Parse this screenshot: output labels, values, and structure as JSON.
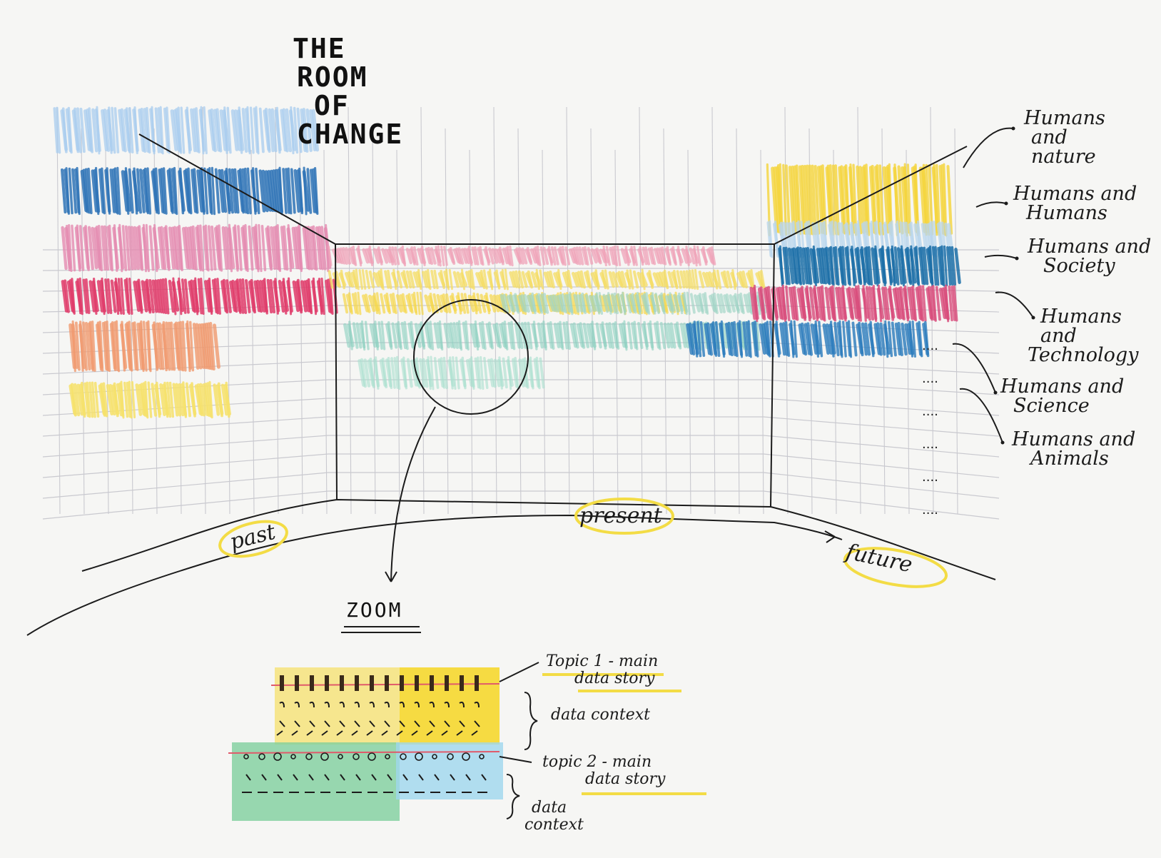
{
  "title_lines": [
    "THE",
    "ROOM",
    "OF",
    "CHANGE"
  ],
  "topics": [
    {
      "label": "Humans and nature",
      "lines": [
        "Humans",
        "and",
        "nature"
      ],
      "color": "#f5d53b"
    },
    {
      "label": "Humans and Humans",
      "lines": [
        "Humans and",
        "Humans"
      ],
      "color": "#9ec4e6"
    },
    {
      "label": "Humans and Society",
      "lines": [
        "Humans and",
        "Society"
      ],
      "color": "#1c6fa8"
    },
    {
      "label": "Humans and Technology",
      "lines": [
        "Humans and",
        "Technology"
      ],
      "color": "#e0456a"
    },
    {
      "label": "Humans and Science",
      "lines": [
        "Humans and",
        "Science"
      ],
      "color": "#f08a5d"
    },
    {
      "label": "Humans and Animals",
      "lines": [
        "Humans and",
        "Animals"
      ],
      "color": "#f7e26b"
    }
  ],
  "timeline": {
    "past": "past",
    "present": "present",
    "future": "future"
  },
  "zoom": {
    "title": "ZOOM",
    "topic1": [
      "Topic 1 - main",
      "data story"
    ],
    "context1": "data context",
    "topic2": [
      "topic 2 - main",
      "data story"
    ],
    "context2": [
      "data",
      "context"
    ]
  },
  "palette": {
    "highlight": "#f3dc45",
    "ink": "#1b1b1b",
    "grid": "#c9c9cf",
    "zoom_yellow": "#f6d93a",
    "zoom_green": "#7fcf9e",
    "zoom_blue": "#9fd7ee"
  }
}
